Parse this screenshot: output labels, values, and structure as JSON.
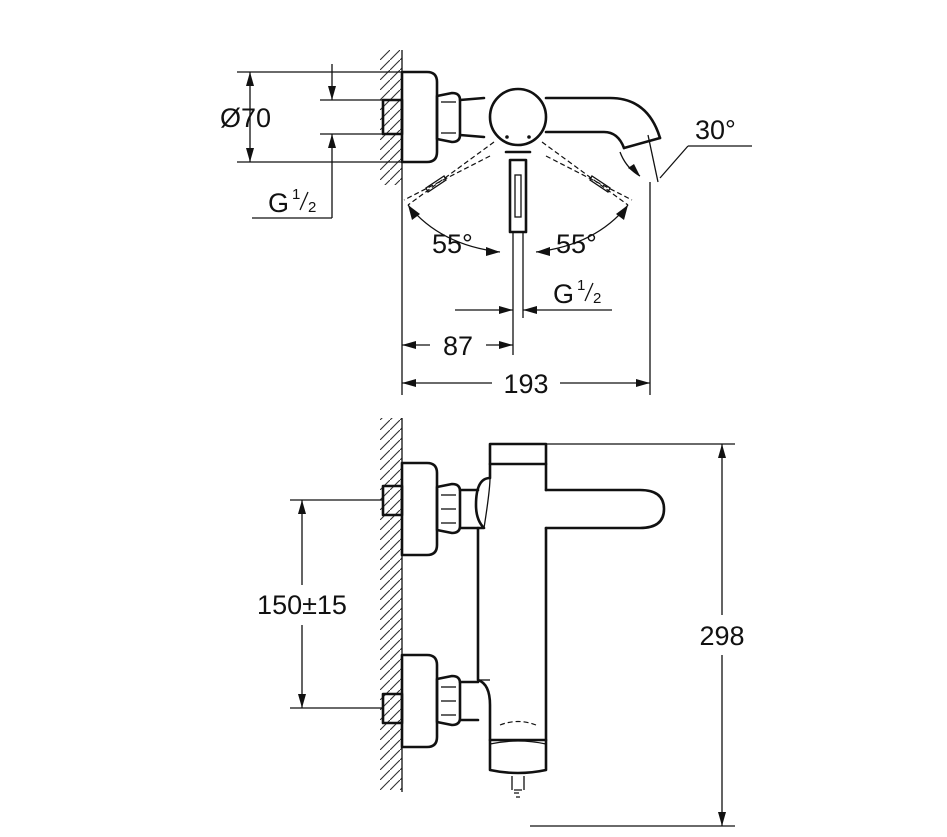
{
  "drawing": {
    "top_view": {
      "diameter_label": "Ø70",
      "thread_inlet": {
        "prefix": "G",
        "numerator": "1",
        "denominator": "2"
      },
      "spout_angle": "30°",
      "handle_angle_left": "55°",
      "handle_angle_right": "55°",
      "thread_outlet": {
        "prefix": "G",
        "numerator": "1",
        "denominator": "2"
      },
      "dim_wall_to_outlet": "87",
      "dim_projection": "193"
    },
    "front_view": {
      "dim_inlet_centres": "150±15",
      "dim_height": "298"
    },
    "colors": {
      "line": "#111111",
      "background": "#ffffff"
    }
  }
}
